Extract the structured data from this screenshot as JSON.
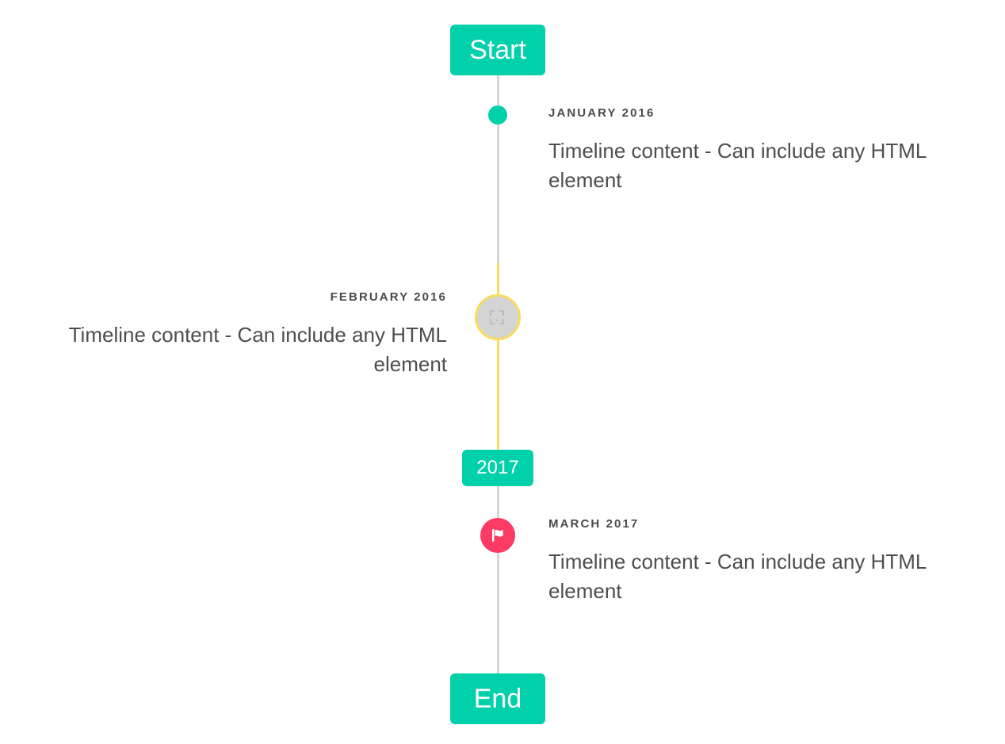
{
  "timeline": {
    "accent_teal": "#00d1ab",
    "accent_yellow": "#fadb5e",
    "accent_pink": "#fb3b64",
    "line_gray": "#d7d7d7",
    "text_gray": "#4a4a4a",
    "caps": {
      "start_label": "Start",
      "middle_label": "2017",
      "end_label": "End"
    },
    "entries": [
      {
        "id": "january-2016",
        "side": "right",
        "date": "January 2016",
        "body": "Timeline content - Can include any HTML element",
        "marker": "teal-dot-icon"
      },
      {
        "id": "february-2016",
        "side": "left",
        "date": "February 2016",
        "body": "Timeline content - Can include any HTML element",
        "marker": "broken-image-icon"
      },
      {
        "id": "march-2017",
        "side": "right",
        "date": "March 2017",
        "body": "Timeline content - Can include any HTML element",
        "marker": "flag-icon"
      }
    ]
  }
}
